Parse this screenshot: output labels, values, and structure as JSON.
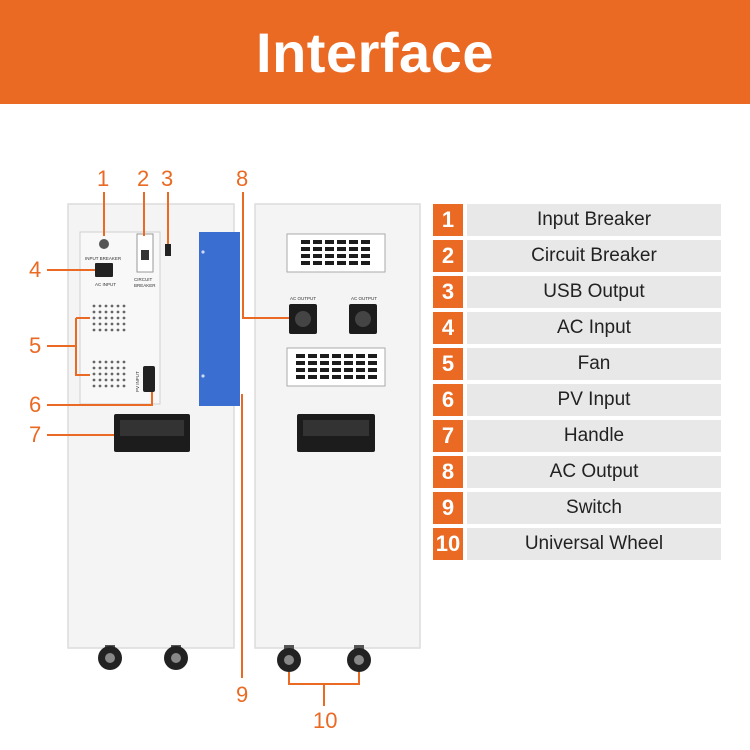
{
  "header": {
    "title": "Interface"
  },
  "callouts": [
    "1",
    "2",
    "3",
    "4",
    "5",
    "6",
    "7",
    "8",
    "9",
    "10"
  ],
  "device_labels": {
    "input_breaker": "INPUT BREAKER",
    "circuit_breaker_line1": "CIRCUIT",
    "circuit_breaker_line2": "BREAKER",
    "ac_input": "AC INPUT",
    "pv_input": "PV INPUT",
    "ac_output_left": "AC OUTPUT",
    "ac_output_right": "AC OUTPUT"
  },
  "legend": [
    {
      "num": "1",
      "label": "Input Breaker"
    },
    {
      "num": "2",
      "label": "Circuit Breaker"
    },
    {
      "num": "3",
      "label": "USB Output"
    },
    {
      "num": "4",
      "label": "AC Input"
    },
    {
      "num": "5",
      "label": "Fan"
    },
    {
      "num": "6",
      "label": "PV Input"
    },
    {
      "num": "7",
      "label": "Handle"
    },
    {
      "num": "8",
      "label": "AC Output"
    },
    {
      "num": "9",
      "label": "Switch"
    },
    {
      "num": "10",
      "label": "Universal Wheel"
    }
  ],
  "colors": {
    "accent": "#ea6a24",
    "switch_panel": "#3a6ed0",
    "legend_bg": "#e8e8e8"
  }
}
